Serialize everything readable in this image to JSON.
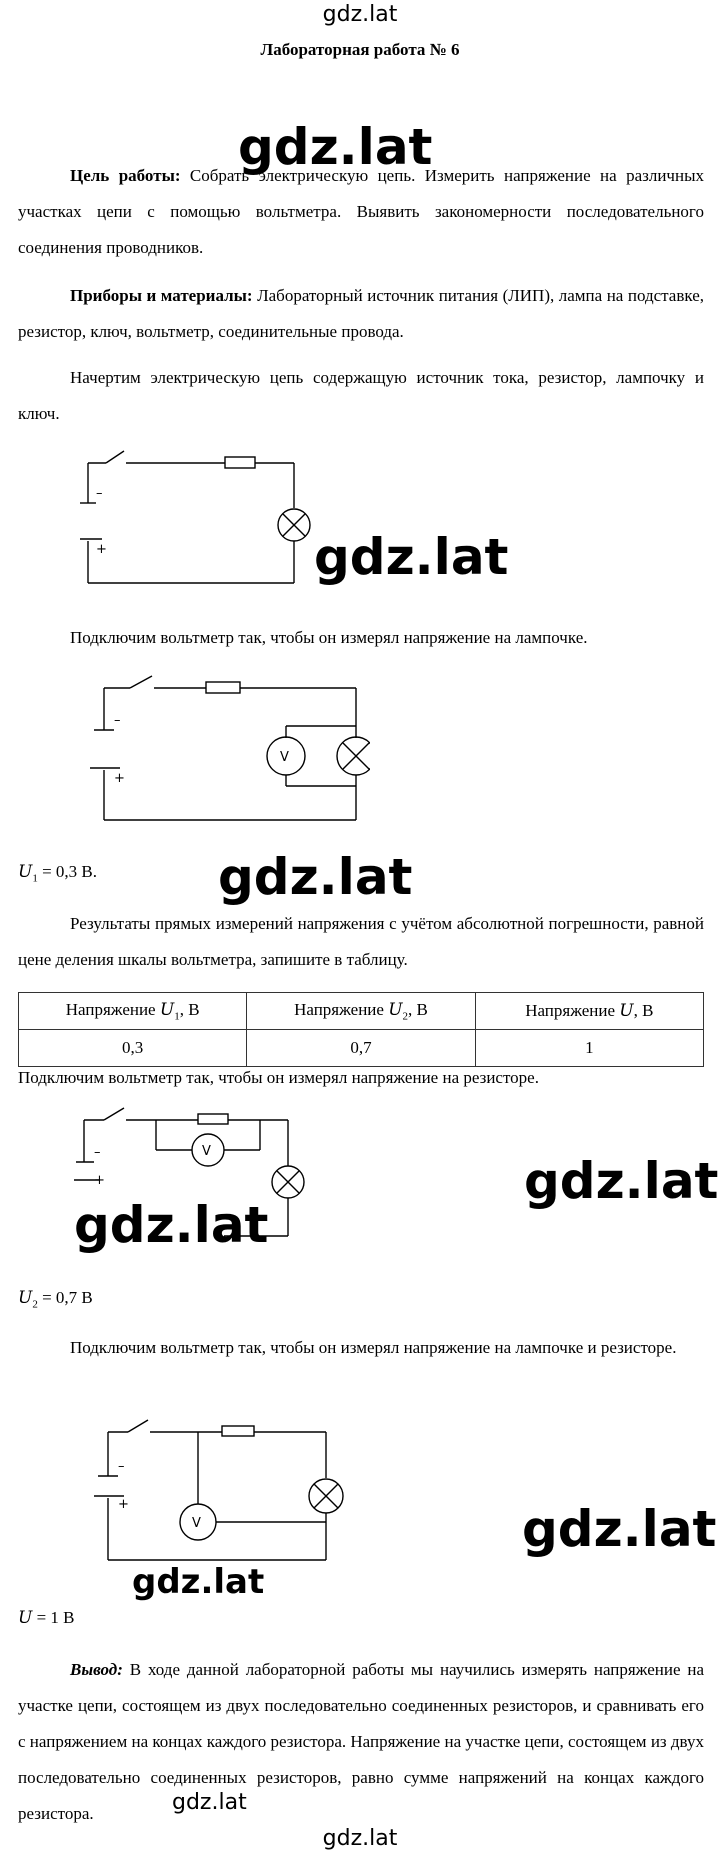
{
  "watermark": "gdz.lat",
  "title": "Лабораторная работа № 6",
  "goal": {
    "label": "Цель работы:",
    "text": " Собрать электрическую цепь. Измерить напряжение на различных участках цепи с помощью вольтметра. Выявить закономерности последовательного соединения проводников."
  },
  "materials": {
    "label": "Приборы и материалы:",
    "text": " Лабораторный источник питания (ЛИП), лампа на подставке, резистор, ключ, вольтметр, соединительные провода."
  },
  "step1": "Начертим электрическую цепь содержащую источник тока, резистор, лампочку и ключ.",
  "step2": "Подключим вольтметр так, чтобы он измерял напряжение на лампочке.",
  "u1": {
    "symbol": "U",
    "sub": "1",
    "value": " = 0,3 В."
  },
  "table_intro": "Результаты прямых измерений напряжения с учётом абсолютной погрешности, равной цене деления шкалы вольтметра, запишите в таблицу.",
  "table": {
    "headers": [
      {
        "prefix": "Напряжение ",
        "symbol": "U",
        "sub": "1",
        "unit": ", В"
      },
      {
        "prefix": "Напряжение ",
        "symbol": "U",
        "sub": "2",
        "unit": ", В"
      },
      {
        "prefix": "Напряжение ",
        "symbol": "U",
        "sub": "",
        "unit": ", В"
      }
    ],
    "values": [
      "0,3",
      "0,7",
      "1"
    ]
  },
  "step3": "Подключим вольтметр так, чтобы он измерял напряжение на резисторе.",
  "u2": {
    "symbol": "U",
    "sub": "2",
    "value": " = 0,7 В"
  },
  "step4": "Подключим вольтметр так, чтобы он измерял напряжение на лампочке и резисторе.",
  "u": {
    "symbol": "U",
    "sub": "",
    "value": " = 1 В"
  },
  "conclusion": {
    "label": "Вывод:",
    "text": " В ходе данной лабораторной работы мы научились измерять напряжение на участке цепи, состоящем из двух последовательно соединенных резисторов, и сравнивать его с напряжением на концах каждого резистора. Напряжение на участке цепи, состоящем из двух последовательно соединенных резисторов, равно сумме напряжений на концах каждого резистора."
  },
  "circuit_labels": {
    "minus": "–",
    "plus": "+",
    "voltmeter": "V"
  }
}
